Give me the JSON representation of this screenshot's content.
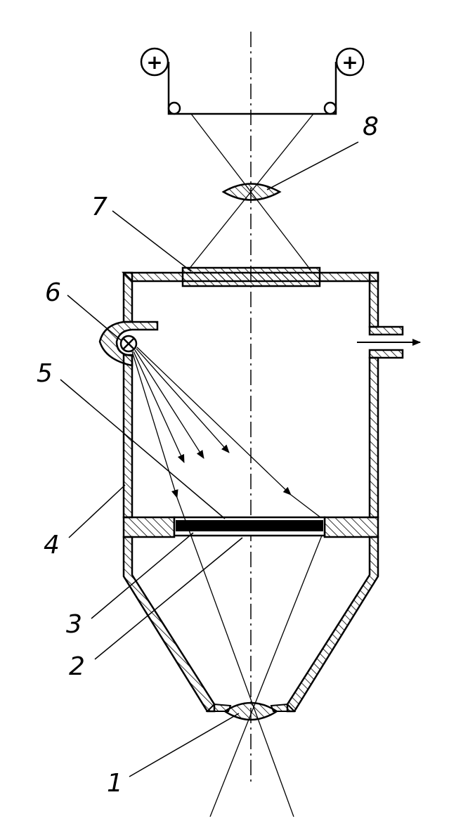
{
  "labels": {
    "n1": "1",
    "n2": "2",
    "n3": "3",
    "n4": "4",
    "n5": "5",
    "n6": "6",
    "n7": "7",
    "n8": "8"
  },
  "reel_symbol": "+",
  "colors": {
    "line": "#000000",
    "background": "#ffffff"
  }
}
